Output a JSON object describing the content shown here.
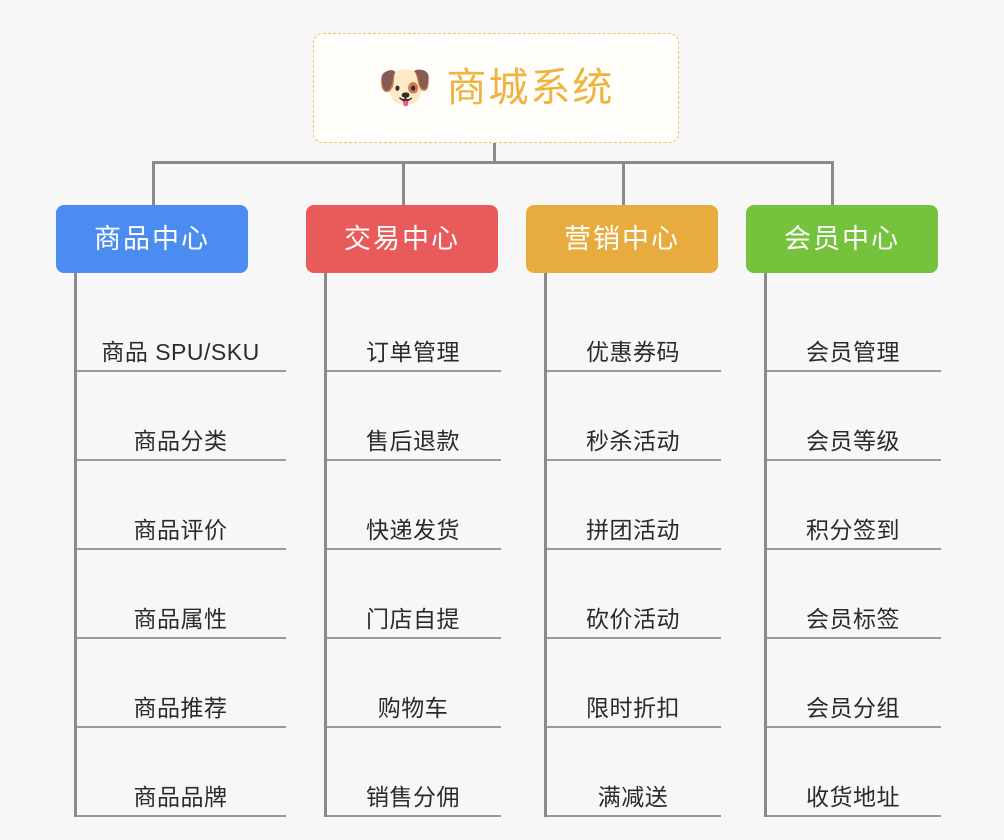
{
  "root": {
    "icon": "dog-face-icon",
    "emoji": "🐶",
    "title": "商城系统",
    "color": "#efb33f",
    "border_color": "#f0c070"
  },
  "categories": [
    {
      "label": "商品中心",
      "color": "#4a8cf0",
      "items": [
        "商品 SPU/SKU",
        "商品分类",
        "商品评价",
        "商品属性",
        "商品推荐",
        "商品品牌"
      ]
    },
    {
      "label": "交易中心",
      "color": "#e95b5b",
      "items": [
        "订单管理",
        "售后退款",
        "快递发货",
        "门店自提",
        "购物车",
        "销售分佣"
      ]
    },
    {
      "label": "营销中心",
      "color": "#e8ab3d",
      "items": [
        "优惠券码",
        "秒杀活动",
        "拼团活动",
        "砍价活动",
        "限时折扣",
        "满减送"
      ]
    },
    {
      "label": "会员中心",
      "color": "#75c23d",
      "items": [
        "会员管理",
        "会员等级",
        "积分签到",
        "会员标签",
        "会员分组",
        "收货地址"
      ]
    }
  ],
  "theme": {
    "background": "#f7f7f7",
    "connector_color": "#8a8a8a",
    "item_text_color": "#2b2b2b",
    "item_rule_color": "#9a9a9a"
  }
}
